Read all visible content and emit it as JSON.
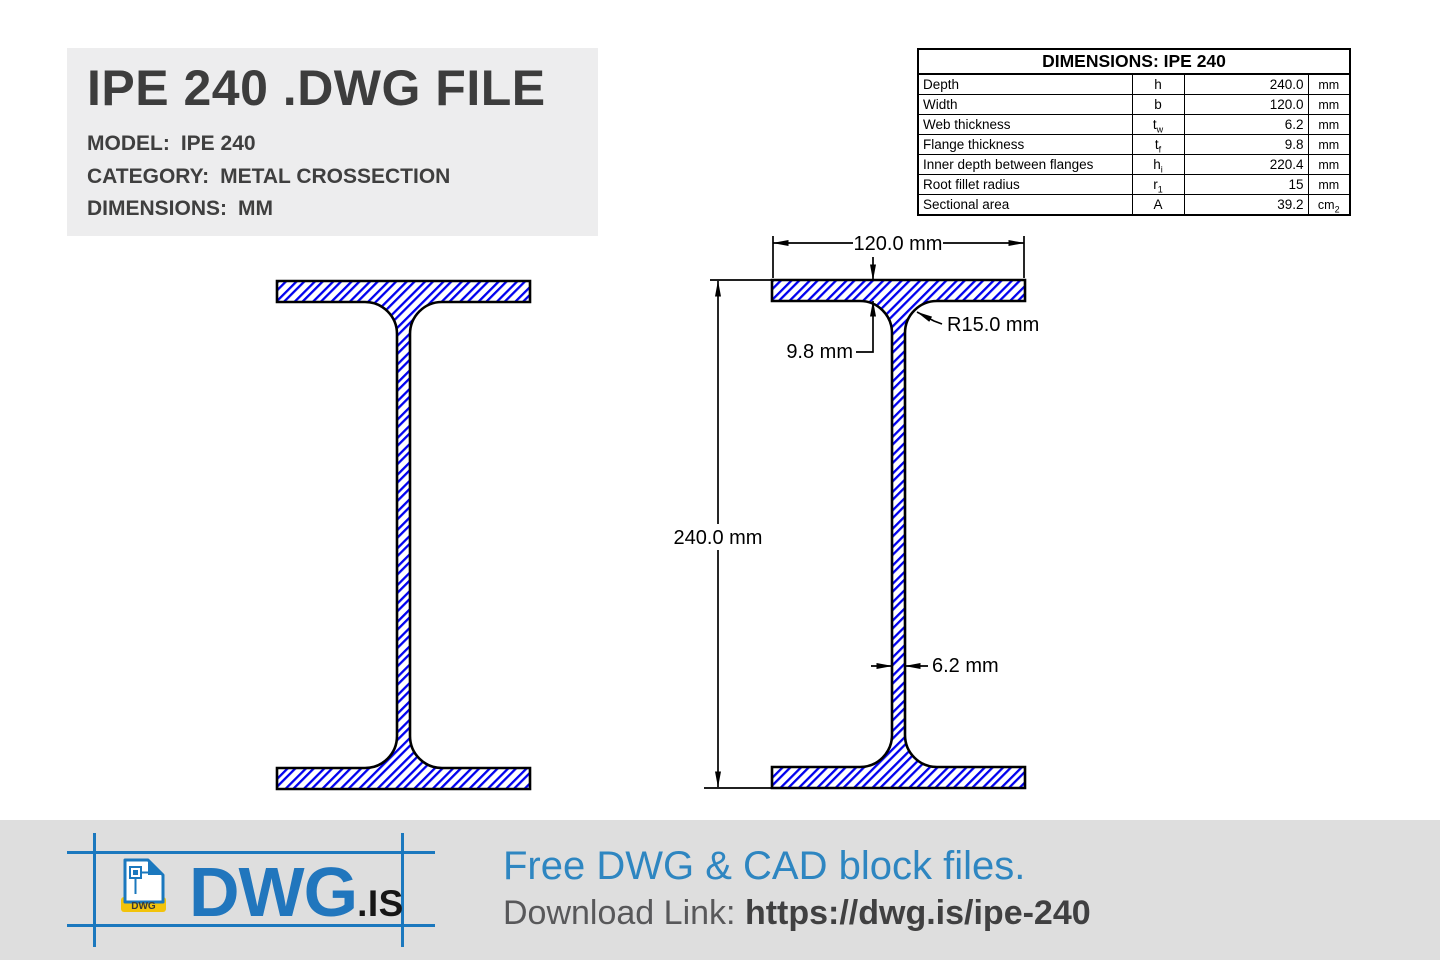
{
  "title_card": {
    "title": "IPE 240 .DWG FILE",
    "model_label": "MODEL:",
    "model_value": "IPE 240",
    "category_label": "CATEGORY:",
    "category_value": "METAL CROSSECTION",
    "dimensions_label": "DIMENSIONS:",
    "dimensions_value": "MM"
  },
  "dimensions_table": {
    "title": "DIMENSIONS: IPE 240",
    "rows": [
      {
        "name": "Depth",
        "symbol": "h",
        "sub": "",
        "value": "240.0",
        "unit": "mm",
        "unit_sub": ""
      },
      {
        "name": "Width",
        "symbol": "b",
        "sub": "",
        "value": "120.0",
        "unit": "mm",
        "unit_sub": ""
      },
      {
        "name": "Web thickness",
        "symbol": "t",
        "sub": "w",
        "value": "6.2",
        "unit": "mm",
        "unit_sub": ""
      },
      {
        "name": "Flange thickness",
        "symbol": "t",
        "sub": "f",
        "value": "9.8",
        "unit": "mm",
        "unit_sub": ""
      },
      {
        "name": "Inner depth between flanges",
        "symbol": "h",
        "sub": "i",
        "value": "220.4",
        "unit": "mm",
        "unit_sub": ""
      },
      {
        "name": "Root fillet radius",
        "symbol": "r",
        "sub": "1",
        "value": "15",
        "unit": "mm",
        "unit_sub": ""
      },
      {
        "name": "Sectional area",
        "symbol": "A",
        "sub": "",
        "value": "39.2",
        "unit": "cm",
        "unit_sub": "2"
      }
    ]
  },
  "drawing": {
    "hatch_color": "#0000EE",
    "outline_color": "#000000",
    "annotations": {
      "width": "120.0 mm",
      "depth": "240.0 mm",
      "flange_thickness": "9.8 mm",
      "root_radius": "R15.0 mm",
      "web_thickness": "6.2 mm"
    }
  },
  "footer": {
    "accent": "#1B78BE",
    "logo_file_label": "DWG",
    "brand": "DWG",
    "brand_suffix": ".IS",
    "headline": "Free DWG & CAD block files.",
    "download_label": "Download Link:",
    "download_url": "https://dwg.is/ipe-240"
  }
}
